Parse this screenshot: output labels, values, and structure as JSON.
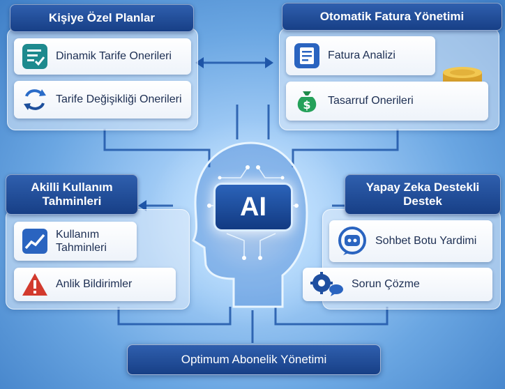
{
  "center": {
    "badge": "AI"
  },
  "top_left": {
    "title": "Kişiye Özel Planlar",
    "items": [
      {
        "label": "Dinamik Tarife Onerileri",
        "icon": "checklist-icon"
      },
      {
        "label": "Tarife Değişikliği Onerileri",
        "icon": "swap-arrows-icon"
      }
    ]
  },
  "top_right": {
    "title": "Otomatik Fatura Yönetimi",
    "items": [
      {
        "label": "Fatura Analizi",
        "icon": "invoice-icon"
      },
      {
        "label": "Tasarruf Onerileri",
        "icon": "money-bag-icon"
      }
    ]
  },
  "mid_left": {
    "title": "Akilli Kullanım Tahminleri",
    "items": [
      {
        "label": "Kullanım Tahminleri",
        "icon": "trend-chart-icon"
      },
      {
        "label": "Anlik Bildirimler",
        "icon": "warning-icon"
      }
    ]
  },
  "mid_right": {
    "title": "Yapay Zeka Destekli Destek",
    "items": [
      {
        "label": "Sohbet Botu Yardimi",
        "icon": "chatbot-icon"
      },
      {
        "label": "Sorun Çözme",
        "icon": "gear-chat-icon"
      }
    ]
  },
  "bottom": {
    "label": "Optimum Abonelik Yönetimi"
  },
  "colors": {
    "header": "#173f86",
    "accent": "#2b63b9",
    "card_text": "#1c2e52"
  }
}
